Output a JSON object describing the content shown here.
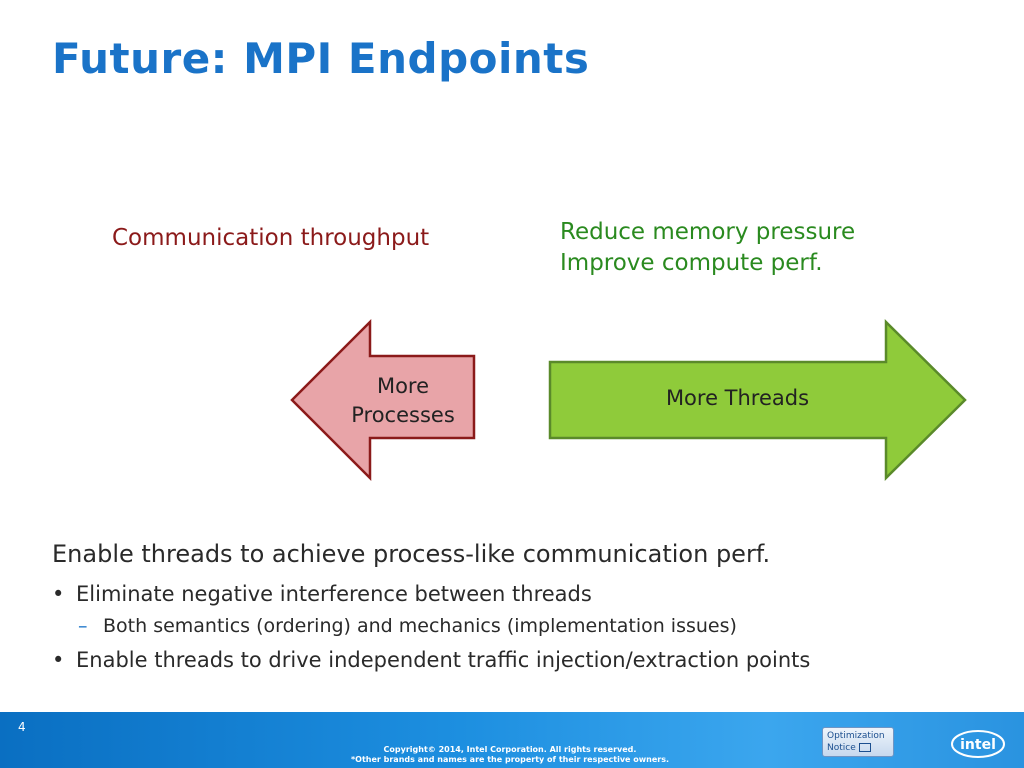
{
  "slide": {
    "title": "Future: MPI Endpoints",
    "left_label": "Communication throughput",
    "right_labels": [
      "Reduce memory pressure",
      "Improve compute perf."
    ],
    "left_arrow": {
      "line1": "More",
      "line2": "Processes"
    },
    "right_arrow": {
      "text": "More Threads"
    },
    "main_point": "Enable threads to achieve process-like communication perf.",
    "bullets": [
      {
        "text": "Eliminate negative interference between threads"
      },
      {
        "text": "Enable threads to drive independent traffic injection/extraction points"
      }
    ],
    "sub_bullet": "Both semantics (ordering) and mechanics (implementation issues)",
    "bullet_glyph": "•",
    "dash_glyph": "–"
  },
  "footer": {
    "page_number": "4",
    "copyright_line1": "Copyright© 2014, Intel Corporation. All rights reserved.",
    "copyright_line2": "*Other brands and names are the property of their respective owners.",
    "optimization_notice_line1": "Optimization",
    "optimization_notice_line2": "Notice",
    "logo_text": "intel"
  },
  "colors": {
    "title": "#1a73c8",
    "left_arrow_fill": "#e8a4a8",
    "left_arrow_stroke": "#8b1a1a",
    "right_arrow_fill": "#8fcb3a",
    "right_arrow_stroke": "#5a8a2a",
    "left_label": "#8b1a1a",
    "right_label": "#2a8a1f",
    "footer": "#1d8fe0"
  }
}
